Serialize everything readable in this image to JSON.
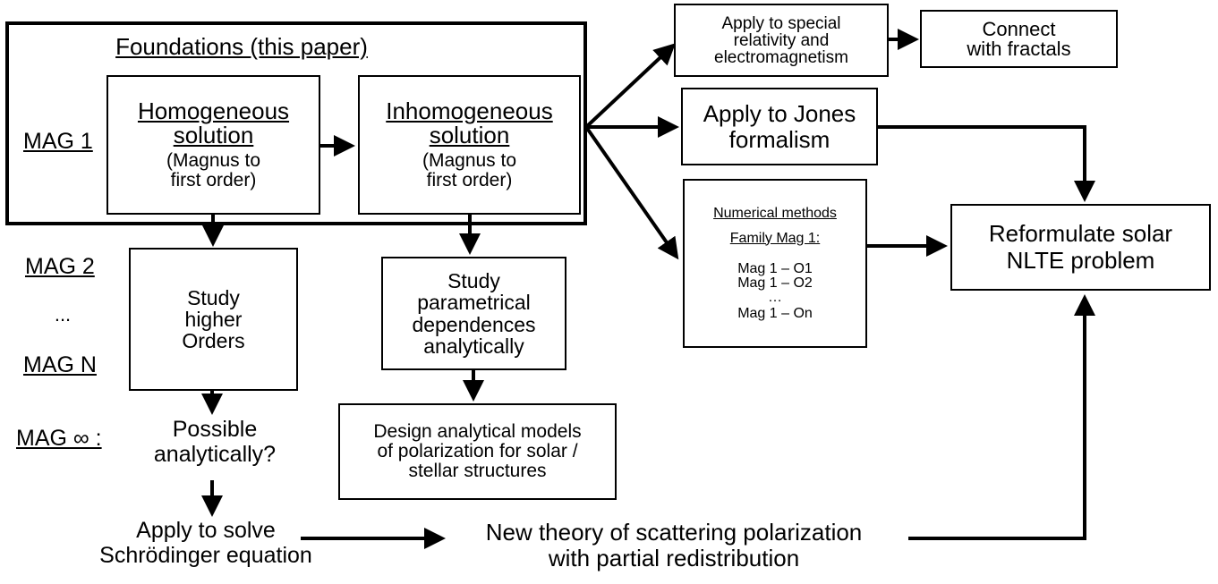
{
  "foundations": {
    "title": "Foundations (this paper)"
  },
  "side_labels": {
    "mag1": "MAG 1",
    "mag2": "MAG 2",
    "dots": "...",
    "magn": "MAG N",
    "maginf": "MAG ∞ :"
  },
  "homogeneous": {
    "title_l1": "Homogeneous",
    "title_l2": "solution",
    "sub_l1": "(Magnus to",
    "sub_l2": "first order)"
  },
  "inhomogeneous": {
    "title_l1": "Inhomogeneous",
    "title_l2": "solution",
    "sub_l1": "(Magnus to",
    "sub_l2": "first order)"
  },
  "higher_orders": {
    "l1": "Study",
    "l2": "higher",
    "l3": "Orders"
  },
  "parametrical": {
    "l1": "Study",
    "l2": "parametrical",
    "l3": "dependences",
    "l4": "analytically"
  },
  "design_models": {
    "l1": "Design analytical models",
    "l2": "of polarization for solar /",
    "l3": "stellar structures"
  },
  "possible": {
    "l1": "Possible",
    "l2": "analytically?"
  },
  "schrodinger": {
    "l1": "Apply to solve",
    "l2": "Schrödinger equation"
  },
  "new_theory": {
    "l1": "New theory of scattering polarization",
    "l2": "with partial redistribution"
  },
  "special_relativity": {
    "l1": "Apply to special",
    "l2": "relativity and",
    "l3": "electromagnetism"
  },
  "fractals": {
    "l1": "Connect",
    "l2": "with fractals"
  },
  "jones": {
    "l1": "Apply to Jones",
    "l2": "formalism"
  },
  "numerical": {
    "title": "Numerical methods",
    "family": "Family Mag 1:",
    "o1": "Mag 1 – O1",
    "o2": "Mag 1 – O2",
    "dots": "…",
    "on": "Mag 1 – On"
  },
  "reformulate": {
    "l1": "Reformulate solar",
    "l2": "NLTE problem"
  }
}
